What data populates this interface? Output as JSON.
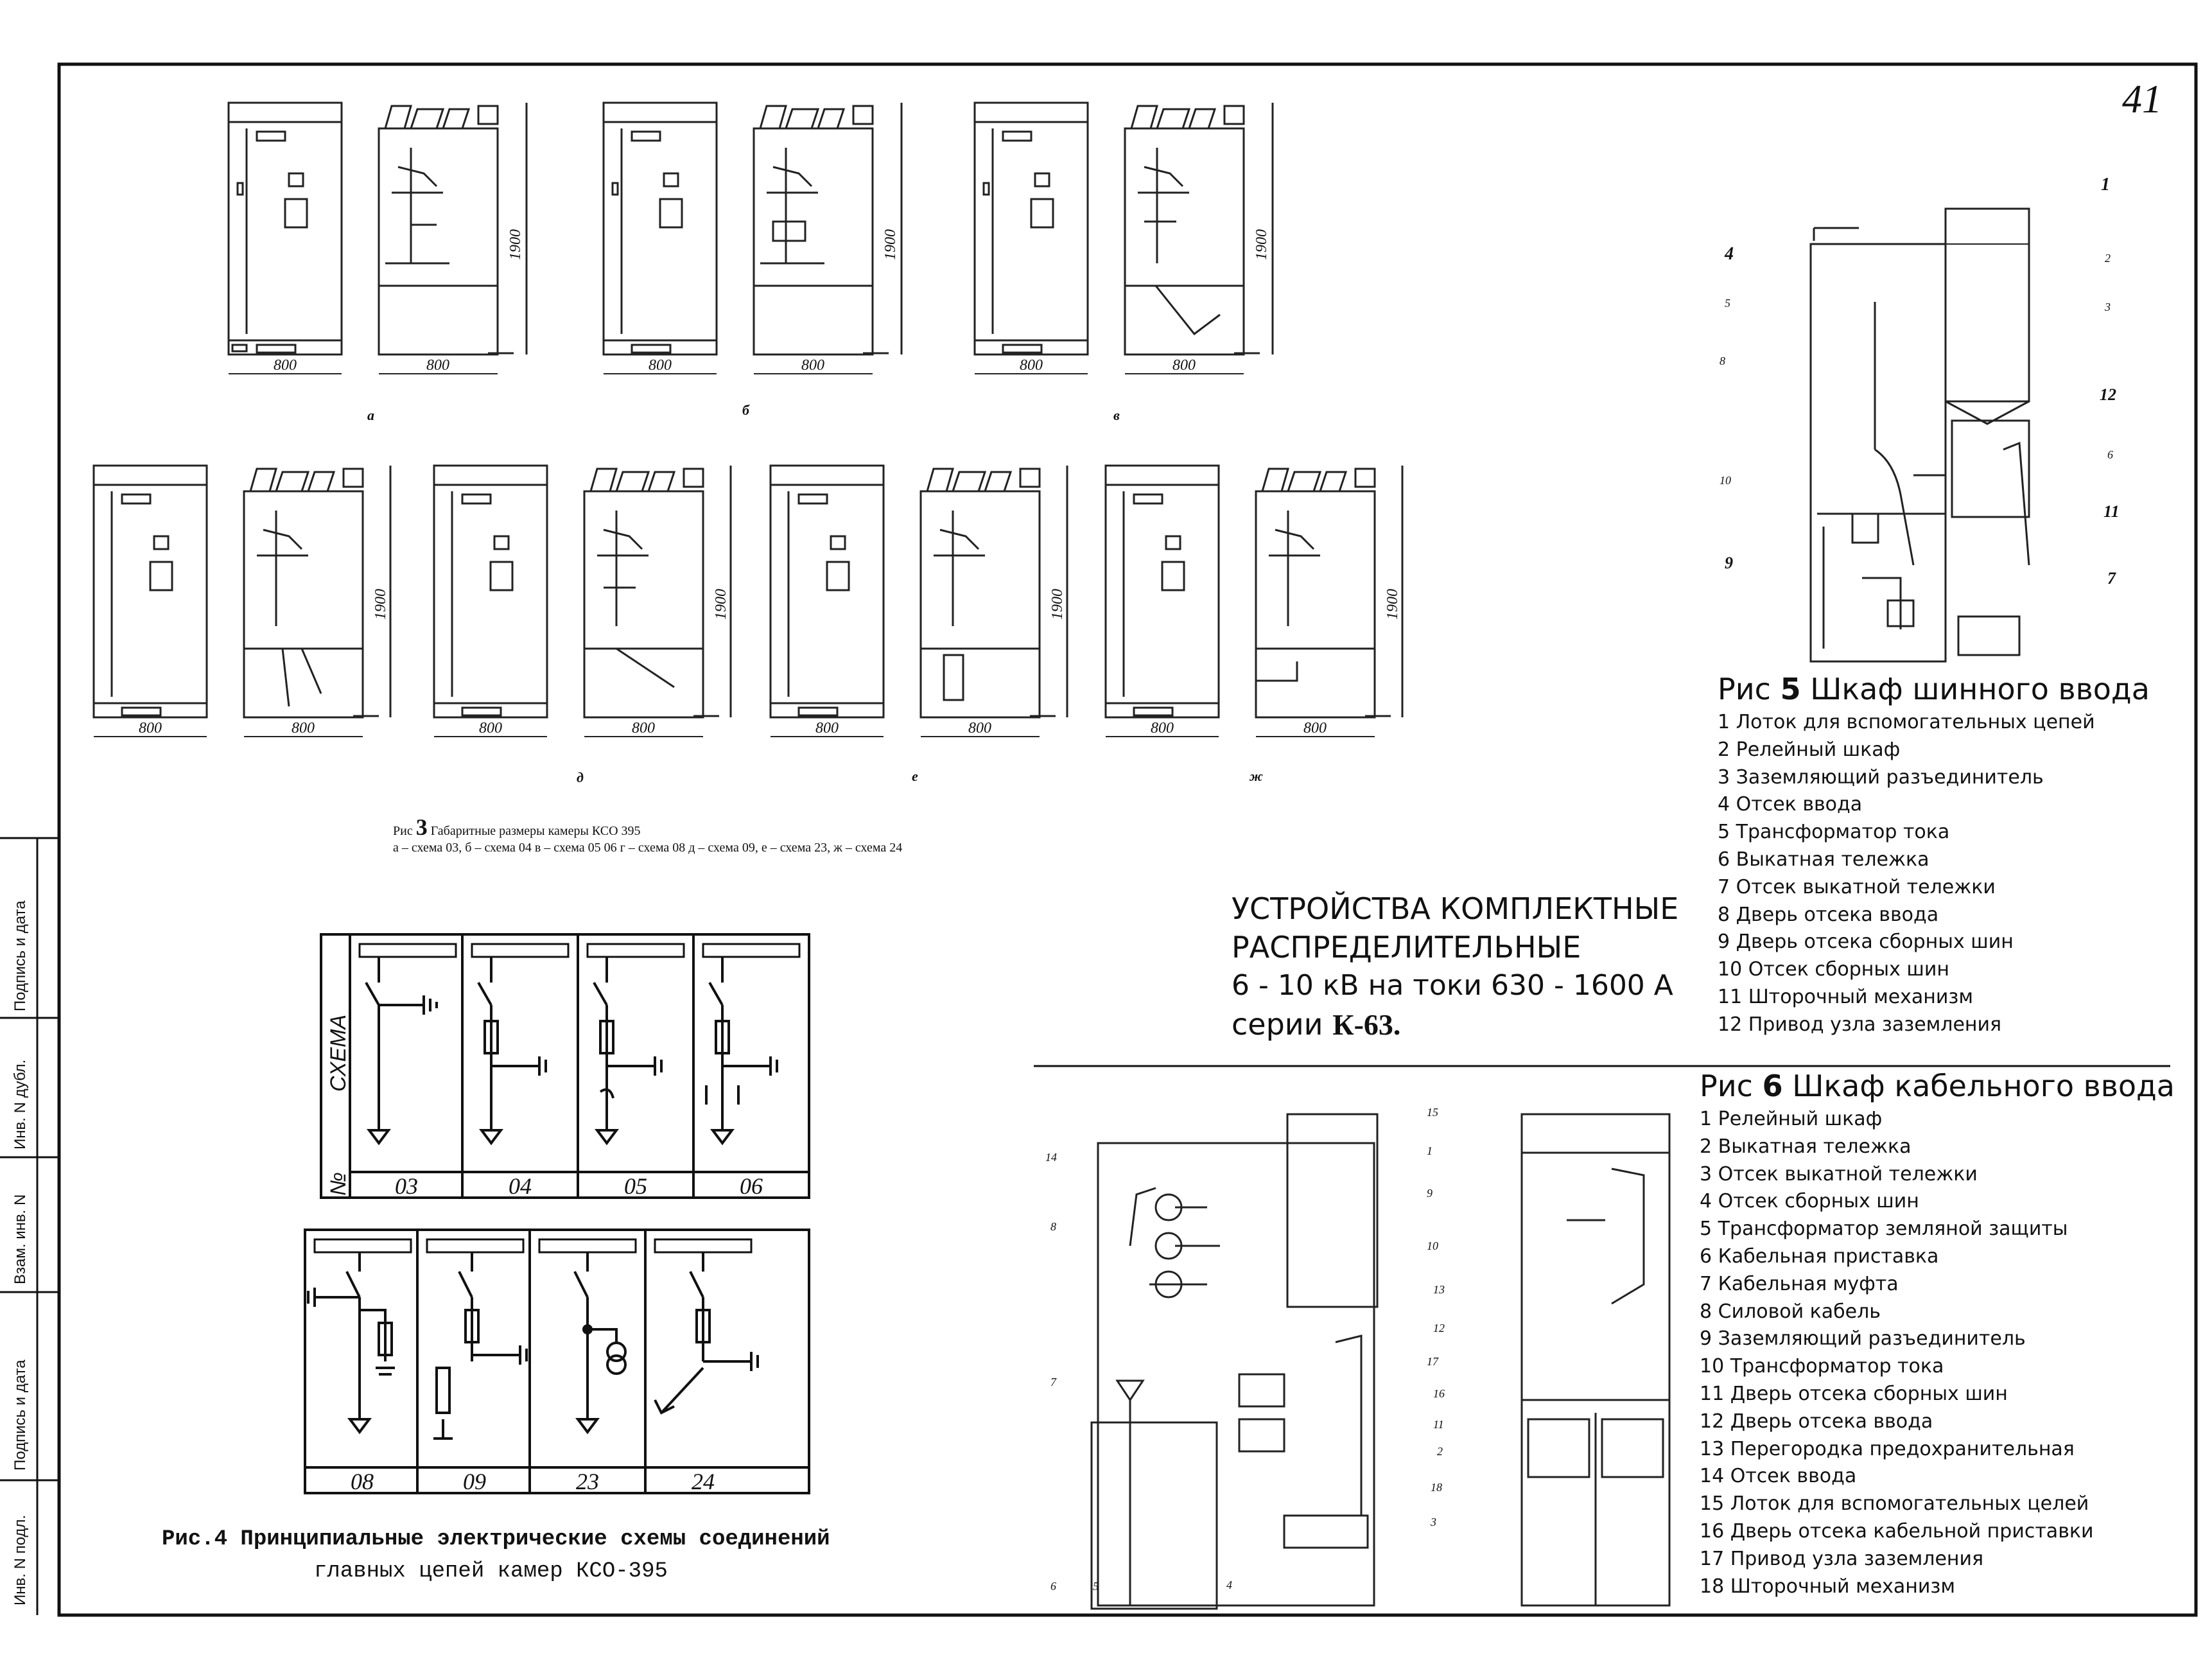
{
  "page_number": "41",
  "sidebar_stamp": {
    "labels": [
      "Инв. N подл.",
      "Подпись и дата",
      "Взам. инв. N",
      "Инв. N дубл.",
      "Подпись и дата"
    ]
  },
  "figure3": {
    "dimension_width": "800",
    "dimension_height": "1900",
    "variant_letters": [
      "а",
      "б",
      "в",
      "д",
      "е",
      "ж"
    ],
    "caption_prefix": "Рис",
    "caption_number": "3",
    "caption_title": "Габаритные размеры камеры КСО 395",
    "caption_line2": "а – схема 03, б – схема 04  в – схема 05  06  г – схема 08  д – схема 09, е – схема 23, ж – схема 24"
  },
  "figure4": {
    "header_label": "СХЕМА",
    "number_label": "№",
    "schemes_top": [
      "03",
      "04",
      "05",
      "06"
    ],
    "schemes_bottom": [
      "08",
      "09",
      "23",
      "24"
    ],
    "caption_line1": "Рис.4 Принципиальные электрические схемы соединений",
    "caption_line2": "главных цепей камер КСО-395"
  },
  "series": {
    "line1": "УСТРОЙСТВА КОМПЛЕКТНЫЕ",
    "line2": "РАСПРЕДЕЛИТЕЛЬНЫЕ",
    "line3": "6 - 10 кВ на токи 630 - 1600 А",
    "line4_prefix": "серии",
    "line4_name": "К-63."
  },
  "figure5": {
    "title_prefix": "Рис",
    "title_number": "5",
    "title_text": "Шкаф шинного ввода",
    "items": [
      "1  Лоток для  вспомогательных цепей",
      "2  Релейный шкаф",
      "3  Заземляющий разъединитель",
      "4  Отсек ввода",
      "5  Трансформатор тока",
      "6  Выкатная тележка",
      "7  Отсек выкатной тележки",
      "8  Дверь отсека ввода",
      "9  Дверь отсека сборных шин",
      "10  Отсек сборных шин",
      "11  Шторочный механизм",
      "12  Привод узла заземления"
    ],
    "callouts": [
      "1",
      "2",
      "3",
      "4",
      "5",
      "8",
      "12",
      "6",
      "10",
      "11",
      "9",
      "7"
    ]
  },
  "figure6": {
    "title_prefix": "Рис",
    "title_number": "6",
    "title_text": "Шкаф кабельного ввода",
    "items": [
      "1  Релейный шкаф",
      "2  Выкатная тележка",
      "3  Отсек выкатной тележки",
      "4  Отсек сборных шин",
      "5  Трансформатор земляной защиты",
      "6  Кабельная приставка",
      "7  Кабельная муфта",
      "8  Силовой кабель",
      "9  Заземляющий разъединитель",
      "10  Трансформатор тока",
      "11  Дверь отсека сборных шин",
      "12  Дверь отсека ввода",
      "13  Перегородка предохранительная",
      "14  Отсек ввода",
      "15  Лоток для вспомогательных целей",
      "16  Дверь отсека кабельной приставки",
      "17  Привод узла заземления",
      "18  Шторочный механизм"
    ],
    "callouts": [
      "15",
      "14",
      "1",
      "9",
      "8",
      "10",
      "13",
      "12",
      "17",
      "16",
      "7",
      "11",
      "2",
      "18",
      "3",
      "6",
      "5",
      "4"
    ]
  }
}
